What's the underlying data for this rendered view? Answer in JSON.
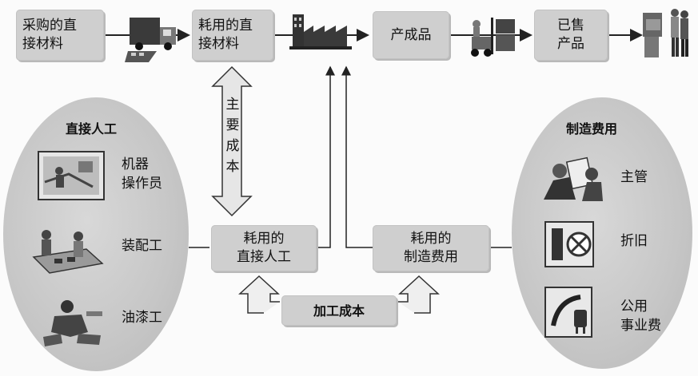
{
  "flow": {
    "purchased_materials": "采购的直\n接材料",
    "used_materials": "耗用的直\n接材料",
    "finished_goods": "产成品",
    "sold_goods": "已售\n产品"
  },
  "prime_cost": {
    "label": "主\n要\n成\n本"
  },
  "direct_labor": {
    "title": "直接人工",
    "items": [
      "机器\n操作员",
      "装配工",
      "油漆工"
    ],
    "used_box": "耗用的\n直接人工"
  },
  "overhead": {
    "title": "制造费用",
    "items": [
      "主管",
      "折旧",
      "公用\n事业费"
    ],
    "used_box": "耗用的\n制造费用"
  },
  "conversion_cost": {
    "label": "加工成本"
  },
  "icons": [
    "truck-icon",
    "factory-icon",
    "forklift-icon",
    "shopping-icon",
    "worker-icon",
    "machine-icon",
    "plug-icon"
  ]
}
